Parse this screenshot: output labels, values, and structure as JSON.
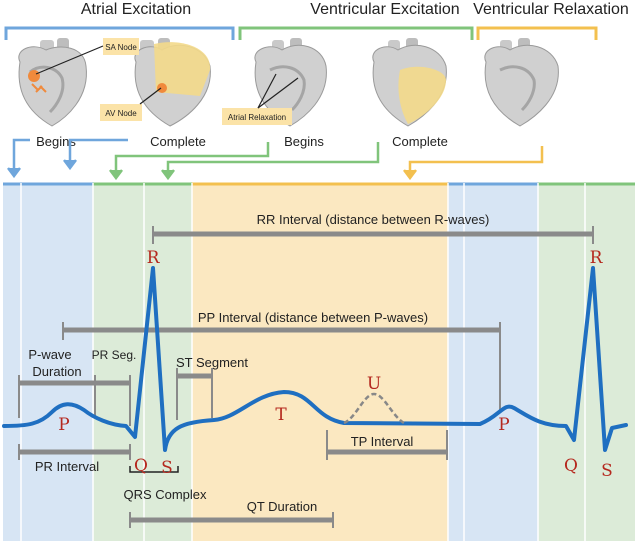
{
  "colors": {
    "atrial": "#6fa6dc",
    "ventricular": "#80c47b",
    "relaxation": "#f3c04f",
    "ecg_line": "#1f6fc1",
    "wave_label": "#b5281e",
    "interval_bar": "#8a8a8a",
    "band_blue": "#d7e5f4",
    "band_green": "#dcebd8",
    "band_yellow": "#fbe8c1",
    "heart_node": "#f08a3c"
  },
  "phases": {
    "atrial": "Atrial Excitation",
    "ventricular": "Ventricular Excitation",
    "relaxation": "Ventricular Relaxation"
  },
  "hearts": {
    "sa_node": "SA Node",
    "av_node": "AV Node",
    "atrial_relaxation": "Atrial Relaxation",
    "atrial_begins": "Begins",
    "atrial_complete": "Complete",
    "ventricular_begins": "Begins",
    "ventricular_complete": "Complete"
  },
  "waves": {
    "p1": "P",
    "q1": "Q",
    "r1": "R",
    "s1": "S",
    "t": "T",
    "u": "U",
    "p2": "P",
    "r2": "R",
    "q2": "Q",
    "s2": "S"
  },
  "intervals": {
    "rr": "RR Interval (distance between R-waves)",
    "pp": "PP Interval (distance between P-waves)",
    "p_wave_line1": "P-wave",
    "p_wave_line2": "Duration",
    "pr_seg": "PR Seg.",
    "st_segment": "ST Segment",
    "tp_interval": "TP Interval",
    "pr_interval": "PR Interval",
    "qrs_complex": "QRS Complex",
    "qt_duration": "QT Duration"
  }
}
